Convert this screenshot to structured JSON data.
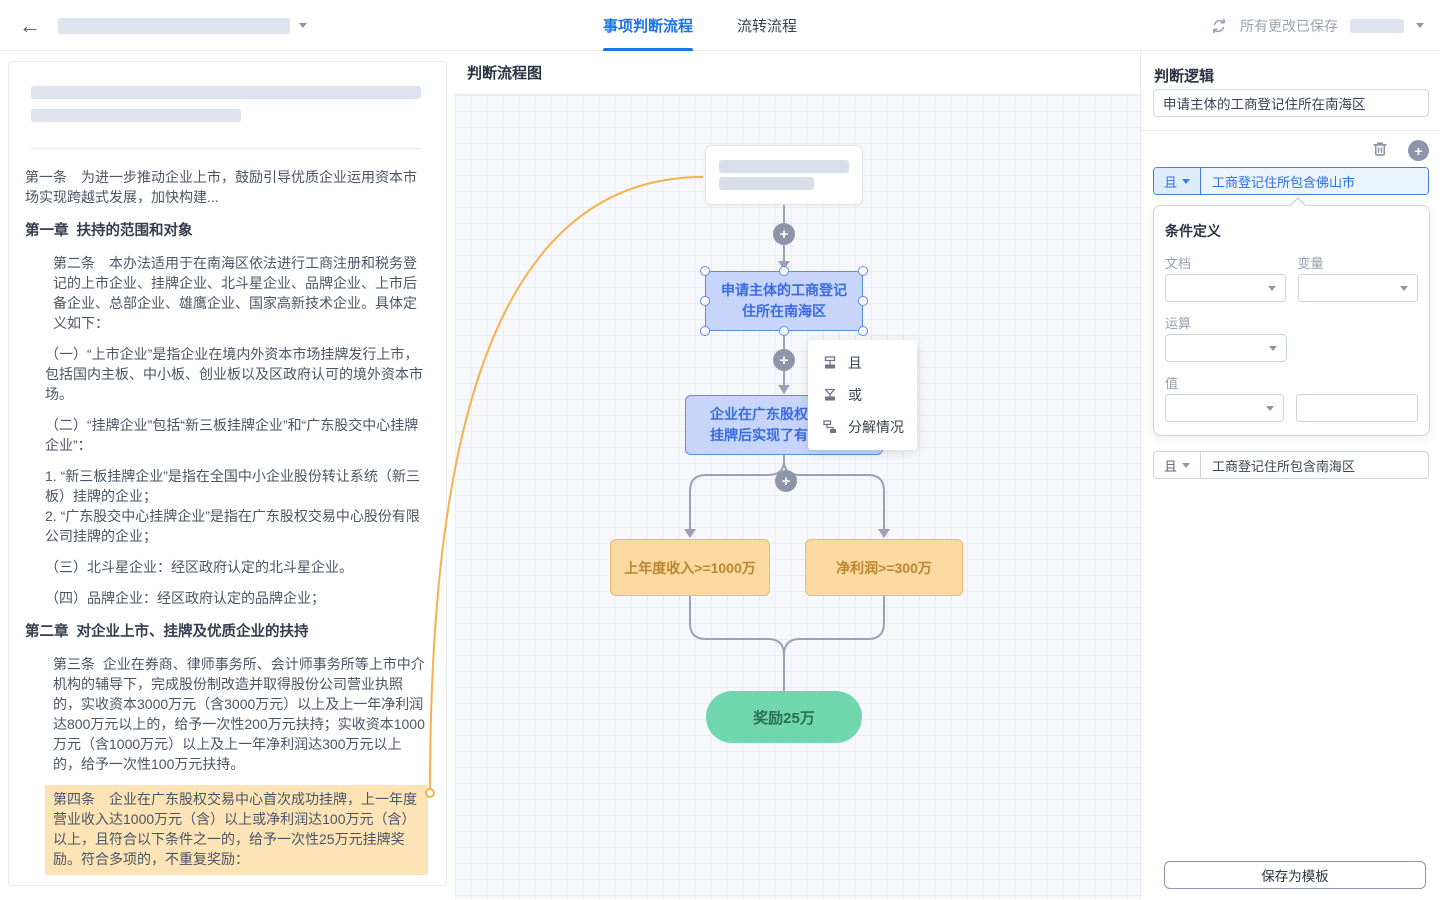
{
  "colors": {
    "accent_blue": "#1a73e8",
    "node_blue_fill": "#c7d5fa",
    "node_blue_border": "#5c8cec",
    "node_orange_fill": "#fcd9a0",
    "node_orange_border": "#eeba6b",
    "node_green_fill": "#70d6ad",
    "highlight_orange": "#fce4b6",
    "curve_orange": "#f6b14e",
    "connector_gray": "#9aa2b3"
  },
  "topbar": {
    "back_icon": "back-arrow-icon",
    "tabs": [
      {
        "label": "事项判断流程",
        "active": true
      },
      {
        "label": "流转流程",
        "active": false
      }
    ],
    "sync_icon": "sync-icon",
    "saved_status": "所有更改已保存"
  },
  "document": {
    "paragraphs": [
      {
        "style": "body",
        "indent": 0,
        "text": "第一条　为进一步推动企业上市，鼓励引导优质企业运用资本市场实现跨越式发展，加快构建..."
      },
      {
        "style": "heading",
        "indent": 0,
        "text": "第一章  扶持的范围和对象"
      },
      {
        "style": "body",
        "indent": 2,
        "text": "第二条　本办法适用于在南海区依法进行工商注册和税务登记的上市企业、挂牌企业、北斗星企业、品牌企业、上市后备企业、总部企业、雄鹰企业、国家高新技术企业。具体定义如下："
      },
      {
        "style": "body",
        "indent": 1,
        "text": "（一）“上市企业”是指企业在境内外资本市场挂牌发行上市，包括国内主板、中小板、创业板以及区政府认可的境外资本市场。"
      },
      {
        "style": "body",
        "indent": 1,
        "text": "（二）“挂牌企业”包括“新三板挂牌企业”和“广东股交中心挂牌企业”："
      },
      {
        "style": "body",
        "indent": 1,
        "text": "1. “新三板挂牌企业”是指在全国中小企业股份转让系统（新三板）挂牌的企业；\n2. “广东股交中心挂牌企业”是指在广东股权交易中心股份有限公司挂牌的企业；"
      },
      {
        "style": "body",
        "indent": 1,
        "text": "（三）北斗星企业：经区政府认定的北斗星企业。"
      },
      {
        "style": "body",
        "indent": 1,
        "text": "（四）品牌企业：经区政府认定的品牌企业；"
      },
      {
        "style": "heading",
        "indent": 0,
        "text": "第二章  对企业上市、挂牌及优质企业的扶持"
      },
      {
        "style": "body",
        "indent": 2,
        "text": "第三条  企业在券商、律师事务所、会计师事务所等上市中介机构的辅导下，完成股份制改造并取得股份公司营业执照的，实收资本3000万元（含3000万元）以上及上一年净利润达800万元以上的，给予一次性200万元扶持；实收资本1000万元（含1000万元）以上及上一年净利润达300万元以上的，给予一次性100万元扶持。"
      },
      {
        "style": "body",
        "indent": 1,
        "highlight": true,
        "text": "第四条　企业在广东股权交易中心首次成功挂牌，上一年度营业收入达1000万元（含）以上或净利润达100万元（含）以上，且符合以下条件之一的，给予一次性25万元挂牌奖励。符合多项的，不重复奖励："
      }
    ]
  },
  "canvas": {
    "title": "判断流程图",
    "nodes": {
      "condition1": {
        "line1": "申请主体的工商登记",
        "line2": "住所在南海区"
      },
      "condition2": {
        "line1": "企业在广东股权交",
        "line2": "挂牌后实现了有"
      },
      "branch_left": {
        "label": "上年度收入>=1000万"
      },
      "branch_right": {
        "label": "净利润>=300万"
      },
      "result": {
        "label": "奖励25万"
      }
    },
    "menu": {
      "items": [
        {
          "id": "and",
          "label": "且",
          "icon": "and-merge-icon"
        },
        {
          "id": "or",
          "label": "或",
          "icon": "or-merge-icon"
        },
        {
          "id": "split",
          "label": "分解情况",
          "icon": "decompose-icon"
        }
      ]
    }
  },
  "panel": {
    "title": "判断逻辑",
    "logic_input": "申请主体的工商登记住所在南海区",
    "conditions": [
      {
        "op": "且",
        "text": "工商登记住所包含佛山市",
        "selected": true
      },
      {
        "op": "且",
        "text": "工商登记住所包含南海区",
        "selected": false
      }
    ],
    "popover": {
      "title": "条件定义",
      "labels": {
        "doc": "文档",
        "variable": "变量",
        "operator": "运算",
        "value": "值"
      }
    },
    "save_button": "保存为模板"
  }
}
